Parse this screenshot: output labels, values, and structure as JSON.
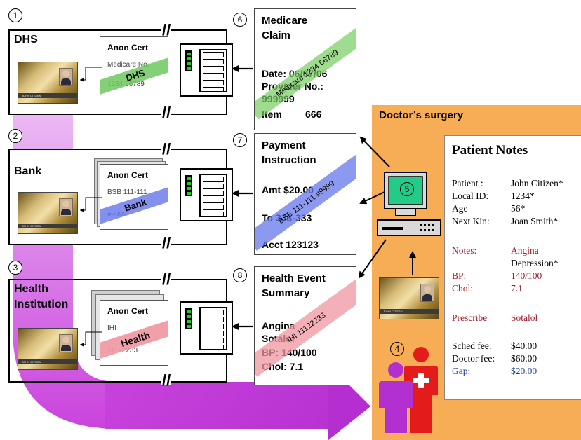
{
  "steps": [
    "1",
    "2",
    "3",
    "4",
    "5",
    "6",
    "7",
    "8"
  ],
  "colors": {
    "dhs_stripe": "#7dd06a",
    "bank_stripe": "#7b8af0",
    "health_stripe": "#f4a2a8",
    "surgery_bg": "#f7ad55",
    "magenta_arrow": "#cc44dd",
    "notes_red": "#a11d2a",
    "notes_blue": "#1f3c9a"
  },
  "cardholder": "JOHN CITIZEN",
  "dhs": {
    "title": "DHS",
    "cert_title": "Anon Cert",
    "cert_line1": "Medicare No.",
    "cert_line2": "1234 56789",
    "stripe": "DHS"
  },
  "bank": {
    "title": "Bank",
    "cert_title": "Anon Cert",
    "cert_line1": "BSB 111-111",
    "cert_line2": "#9999",
    "stripe": "Bank"
  },
  "health": {
    "title_line1": "Health",
    "title_line2": "Institution",
    "cert_title": "Anon Cert",
    "cert_line1": "IHI",
    "cert_line2": "11122233",
    "stripe": "Health"
  },
  "claim": {
    "title_line1": "Medicare",
    "title_line2": "Claim",
    "line1": "Date: 06/07/06",
    "line2": "Provider No.:",
    "line3": "999999",
    "item_label": "Item",
    "item_value": "666",
    "stripe": "Medicare 1234 56789"
  },
  "payment": {
    "title_line1": "Payment",
    "title_line2": "Instruction",
    "amt": "Amt  $20.00",
    "to": "To      333-333",
    "acct": "Acct  123123",
    "stripe": "BSB 111-111 #9999"
  },
  "health_event": {
    "title_line1": "Health Event",
    "title_line2": "Summary",
    "line1": "Angina",
    "line2": "Sotalol",
    "line3": "BP: 140/100",
    "line4": "Chol: 7.1",
    "stripe": "IHI 11122233"
  },
  "surgery": {
    "title": "Doctor’s surgery"
  },
  "notes": {
    "title": "Patient Notes",
    "patient_label": "Patient :",
    "patient_value": "John Citizen*",
    "localid_label": "Local ID:",
    "localid_value": "1234*",
    "age_label": "Age",
    "age_value": "56*",
    "nextkin_label": "Next Kin:",
    "nextkin_value": "Joan Smith*",
    "notes_label": "Notes:",
    "notes_value1": "Angina",
    "notes_value2": "Depression*",
    "bp_label": "BP:",
    "bp_value": "140/100",
    "chol_label": "Chol:",
    "chol_value": "7.1",
    "prescribe_label": "Prescribe",
    "prescribe_value": "Sotalol",
    "sched_label": "Sched fee:",
    "sched_value": "$40.00",
    "doctor_label": "Doctor fee:",
    "doctor_value": "$60.00",
    "gap_label": "Gap:",
    "gap_value": "$20.00"
  }
}
